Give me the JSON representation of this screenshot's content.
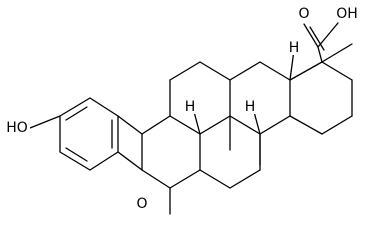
{
  "atom_labels": {
    "carboxyl_oxygen": "O",
    "carboxyl_hydroxyl": "OH",
    "phenol_hydroxyl": "HO",
    "ring_oxygen": "O"
  },
  "stereo_hydrogen": {
    "h1": "H",
    "h2": "H",
    "h3": "H"
  }
}
